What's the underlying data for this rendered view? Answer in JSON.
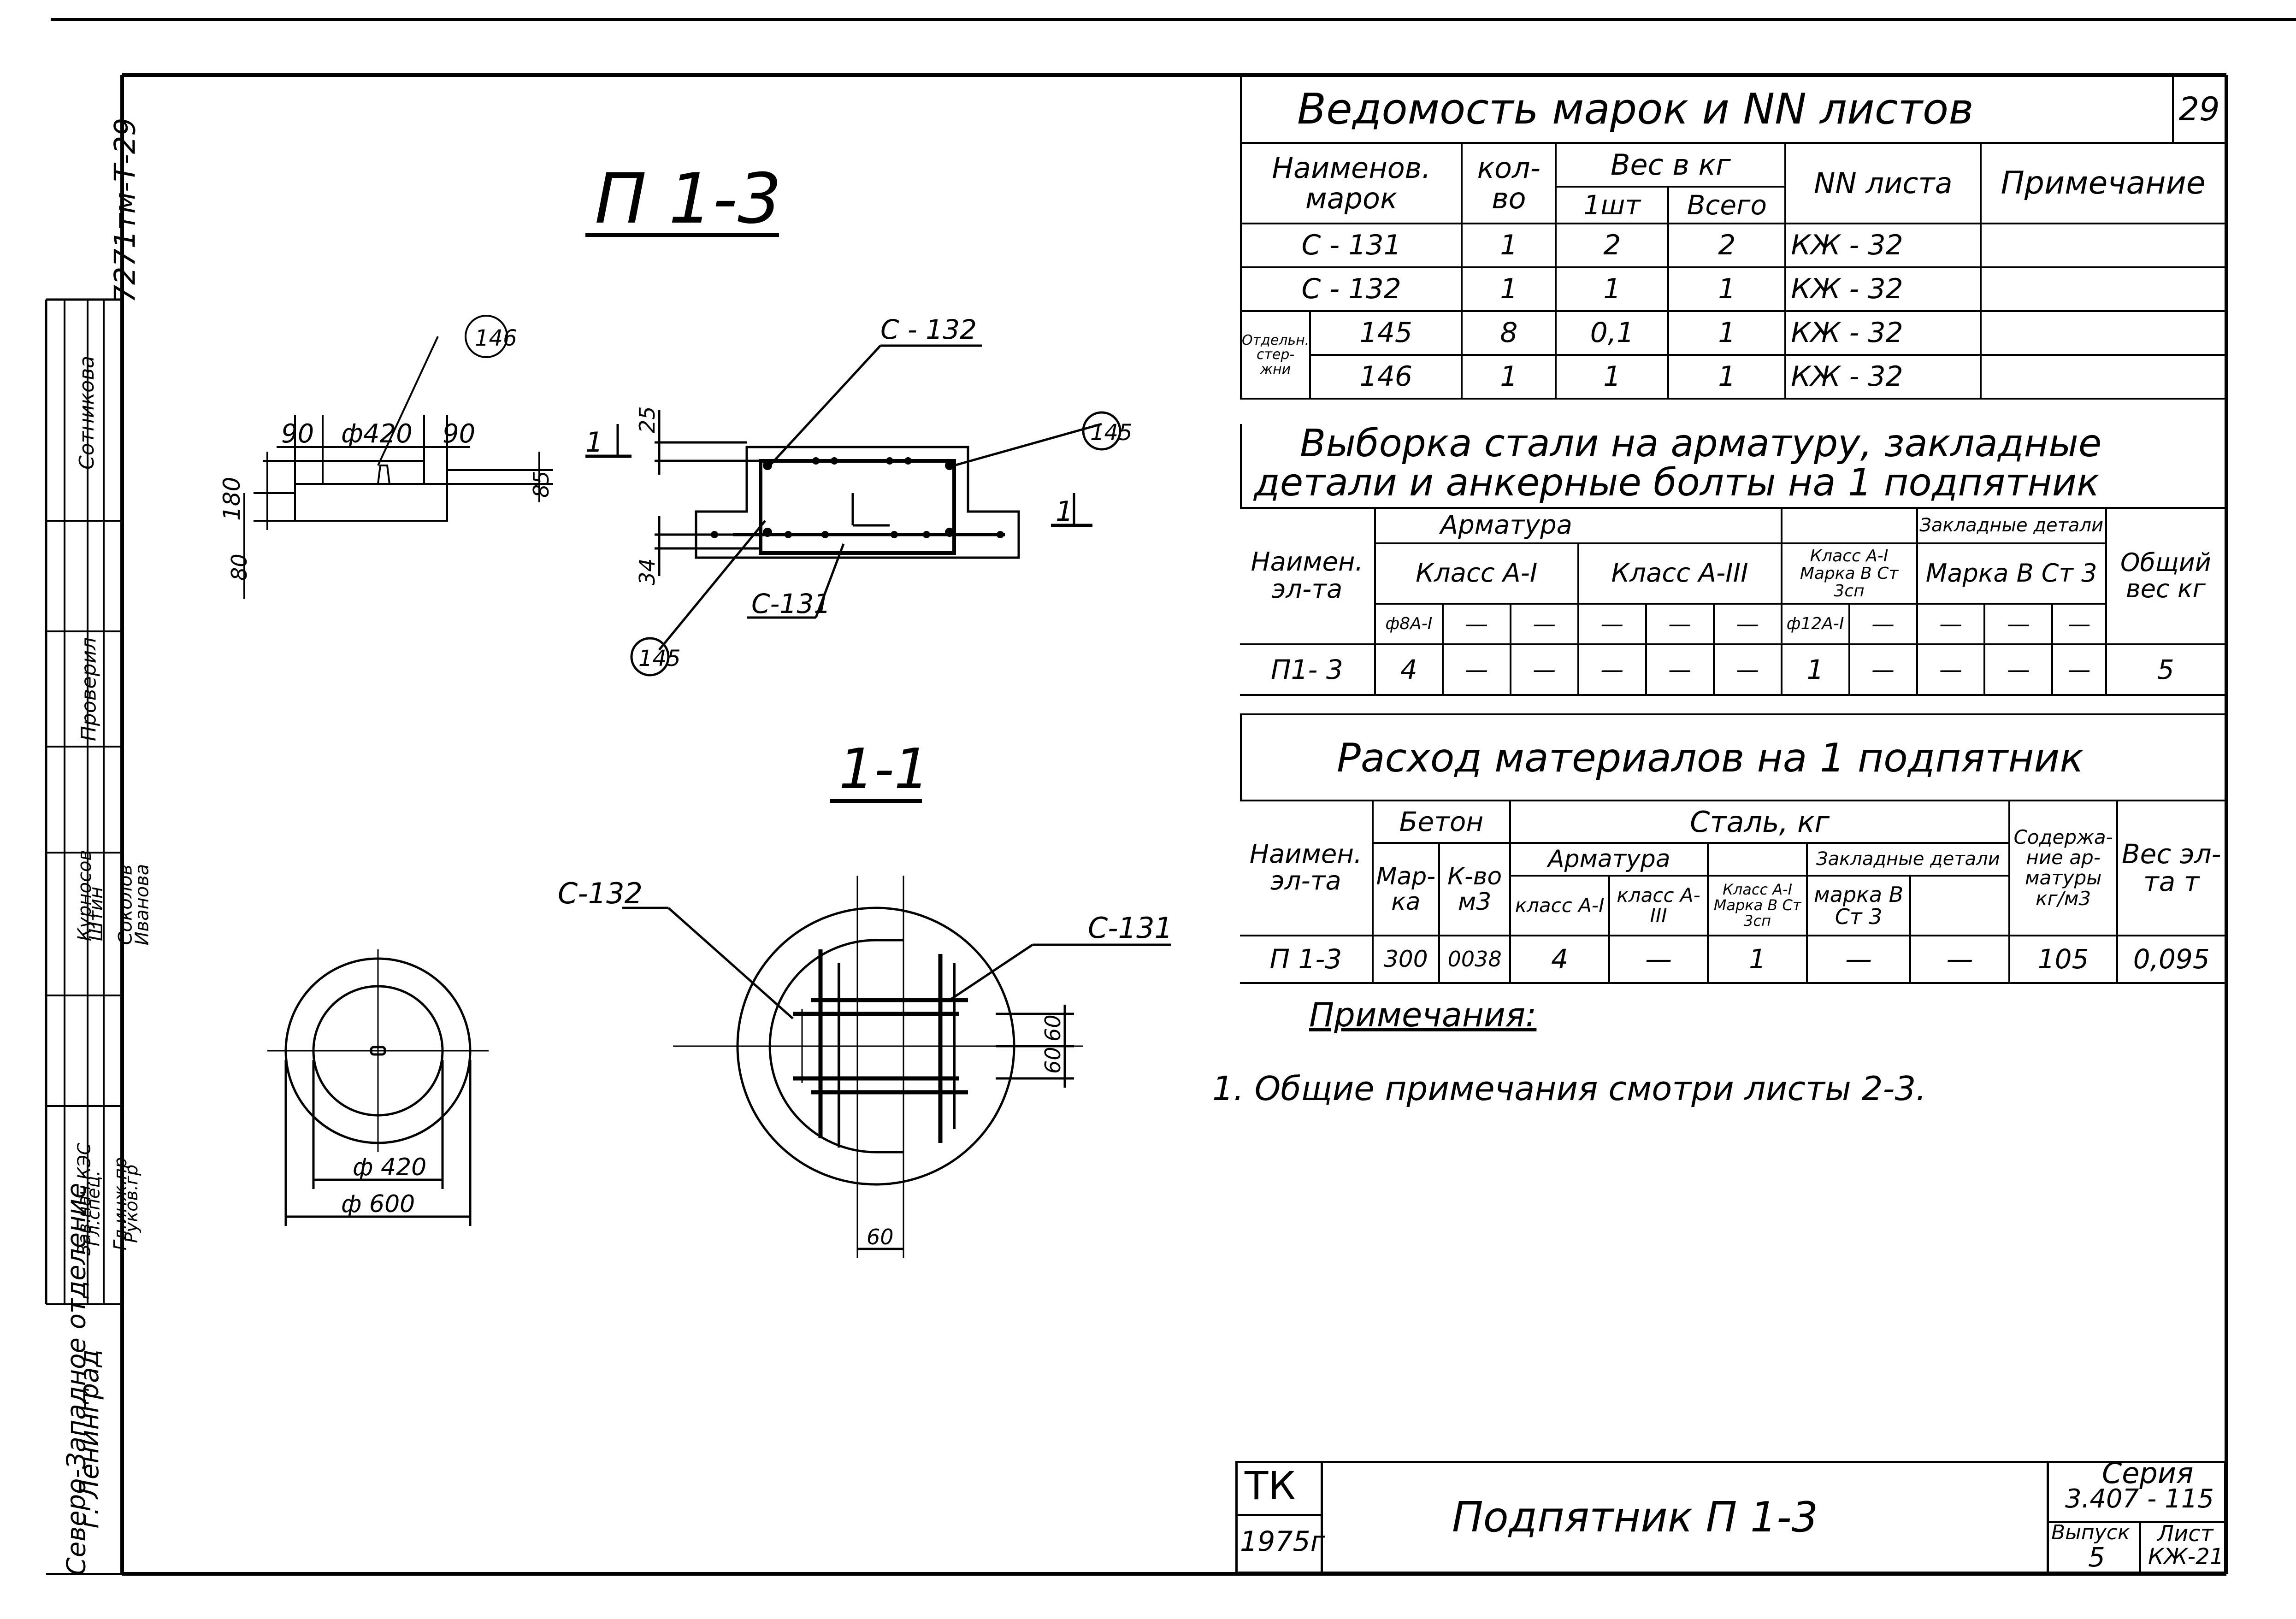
{
  "sheet_number": "29",
  "drawing_code": "7271тм-Т-29",
  "drawing_title": "П 1-3",
  "section_title": "1-1",
  "stamp": {
    "roles": [
      "Зав.нач.КЭС",
      "Гл.спец.",
      "Гл.инж.пр",
      "Руков.гр"
    ],
    "names": [
      "Курносов",
      "Штин",
      "Соколов",
      "Иванова"
    ],
    "checked_label": "Проверил",
    "author_label": "Сотникова",
    "org_line1": "Северо-Западное отделение",
    "org_line2": "г. Ленинград"
  },
  "plan_view": {
    "labels": {
      "callout_146": "146",
      "dim_left": "90",
      "dim_diam": "ф420",
      "dim_right": "90",
      "dim_180": "180",
      "dim_80": "80",
      "dim_85": "85"
    }
  },
  "elevation_view": {
    "labels": {
      "c132": "С - 132",
      "c131": "С-131",
      "callout_145a": "145",
      "callout_145b": "145",
      "dim_25": "25",
      "dim_34": "34",
      "sect_left": "1",
      "sect_right": "1"
    }
  },
  "circle_small": {
    "labels": {
      "d420": "ф 420",
      "d600": "ф 600"
    }
  },
  "section_view": {
    "labels": {
      "c132": "С-132",
      "c131": "С-131",
      "dim_60a": "60",
      "dim_60b": "60",
      "dim_60c": "60"
    }
  },
  "table1": {
    "title": "Ведомость марок и NN листов",
    "h_name": "Наименов. марок",
    "h_qty": "кол-во",
    "h_weight": "Вес в кг",
    "h_w1": "1шт",
    "h_wall": "Всего",
    "h_sheet": "NN листа",
    "h_note": "Примечание",
    "side_label": "Отдельн. стер- жни",
    "rows": [
      {
        "name": "С - 131",
        "qty": "1",
        "w1": "2",
        "wall": "2",
        "sheet": "КЖ - 32",
        "note": ""
      },
      {
        "name": "С - 132",
        "qty": "1",
        "w1": "1",
        "wall": "1",
        "sheet": "КЖ - 32",
        "note": ""
      },
      {
        "name": "145",
        "qty": "8",
        "w1": "0,1",
        "wall": "1",
        "sheet": "КЖ - 32",
        "note": ""
      },
      {
        "name": "146",
        "qty": "1",
        "w1": "1",
        "wall": "1",
        "sheet": "КЖ - 32",
        "note": ""
      }
    ]
  },
  "table2": {
    "title_line1": "Выборка стали на арматуру, закладные",
    "title_line2": "детали и анкерные болты на 1 подпятник",
    "h_name": "Наимен. эл-та",
    "h_armat": "Арматура",
    "h_class1": "Класс А-I",
    "h_class3": "Класс А-III",
    "h_classmark": "Класс А-I Марка В Ст 3сп",
    "h_embed": "Закладные детали",
    "h_embed_mark": "Марка В Ст 3",
    "h_total": "Общий вес кг",
    "sub_d8": "ф8А-I",
    "sub_d12": "ф12А-I",
    "dash": "—",
    "row": {
      "name": "П1- 3",
      "d8": "4",
      "d12": "1",
      "total": "5"
    }
  },
  "table3": {
    "title": "Расход материалов на 1 подпятник",
    "h_name": "Наимен. эл-та",
    "h_beton": "Бетон",
    "h_mark": "Мар- ка",
    "h_vol": "К-во м3",
    "h_steel": "Сталь, кг",
    "h_armat": "Арматура",
    "h_class1": "класс А-I",
    "h_class3": "класс А-III",
    "h_classmark": "Класс А-I Марка В Ст 3сп",
    "h_embed": "Закладные детали",
    "h_embed_mark": "марка В Ст 3",
    "h_content": "Содержа- ние ар- матуры кг/м3",
    "h_weight": "Вес эл-та т",
    "row": {
      "name": "П 1-3",
      "mark": "300",
      "vol": "0038",
      "a1": "4",
      "a3": "—",
      "am": "1",
      "emb": "—",
      "emb2": "—",
      "content": "105",
      "weight": "0,095"
    }
  },
  "notes": {
    "heading": "Примечания:",
    "item1": "1. Общие примечания смотри листы 2-3."
  },
  "title_block": {
    "tk": "ТК",
    "year": "1975г",
    "name": "Подпятник П 1-3",
    "series_label": "Серия",
    "series": "3.407 - 115",
    "issue_label": "Выпуск",
    "issue": "5",
    "sheet_label": "Лист",
    "sheet": "КЖ-21"
  }
}
